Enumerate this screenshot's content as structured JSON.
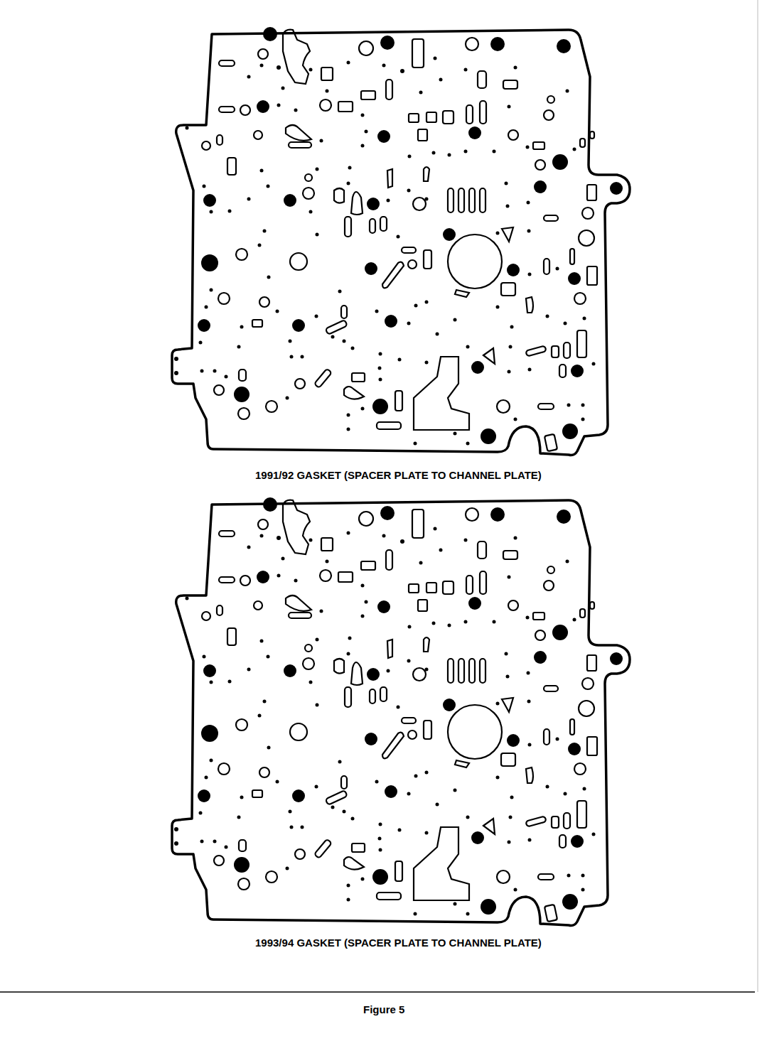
{
  "diagram": {
    "caption": "Figure 5",
    "labels": [
      "1991/92 GASKET (SPACER PLATE TO CHANNEL PLATE)",
      "1993/94 GASKET (SPACER PLATE TO CHANNEL PLATE)"
    ]
  }
}
